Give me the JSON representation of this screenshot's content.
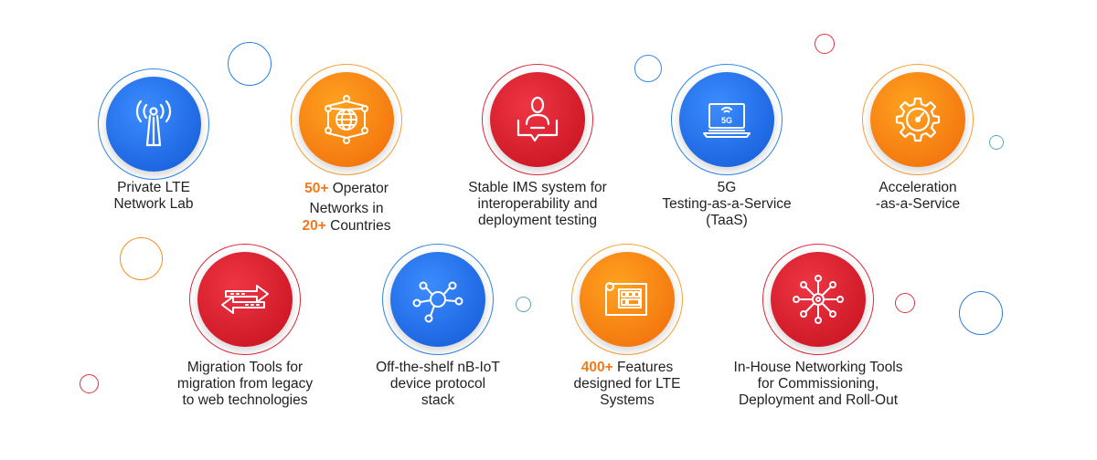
{
  "colors": {
    "blue": "#1e6ff0",
    "orange": "#f5830f",
    "red": "#e01e2e",
    "highlight": "#f07a1c"
  },
  "features": [
    {
      "id": "private-lte",
      "icon": "antenna-icon",
      "color": "blue",
      "lines": [
        "Private LTE",
        "Network Lab"
      ]
    },
    {
      "id": "operator-networks",
      "icon": "globe-network-icon",
      "color": "orange",
      "line1_highlight": "50+",
      "line1_text": " Operator",
      "line2": "Networks in",
      "line3_highlight": "20+",
      "line3_text": " Countries"
    },
    {
      "id": "ims-system",
      "icon": "person-chat-icon",
      "color": "red",
      "lines": [
        "Stable IMS system for",
        "interoperability and",
        "deployment testing"
      ]
    },
    {
      "id": "5g-taas",
      "icon": "laptop-5g-icon",
      "color": "blue",
      "lines": [
        "5G",
        "Testing-as-a-Service",
        "(TaaS)"
      ],
      "icon_text": "5G"
    },
    {
      "id": "acceleration",
      "icon": "gear-gauge-icon",
      "color": "orange",
      "lines": [
        "Acceleration",
        "-as-a-Service"
      ]
    },
    {
      "id": "migration-tools",
      "icon": "arrows-exchange-icon",
      "color": "red",
      "lines": [
        "Migration Tools for",
        "migration from legacy",
        "to web technologies"
      ]
    },
    {
      "id": "nb-iot",
      "icon": "hub-network-icon",
      "color": "blue",
      "lines": [
        "Off-the-shelf nB-IoT",
        "device protocol",
        "stack"
      ]
    },
    {
      "id": "lte-features",
      "icon": "blueprint-icon",
      "color": "orange",
      "line1_highlight": "400+",
      "line1_text": " Features",
      "line2": "designed for LTE",
      "line3": "Systems"
    },
    {
      "id": "networking-tools",
      "icon": "gear-network-icon",
      "color": "red",
      "lines": [
        "In-House Networking Tools",
        "for Commissioning,",
        "Deployment and Roll-Out"
      ]
    }
  ]
}
